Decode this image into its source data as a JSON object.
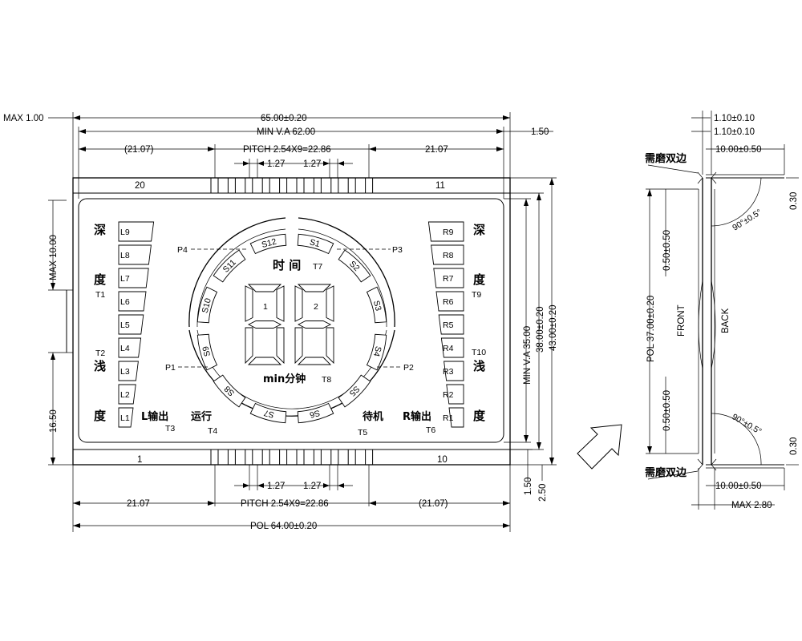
{
  "dims": {
    "max_top": "MAX 1.00",
    "overall_width": "65.00±0.20",
    "min_va_width": "MIN V.A 62.00",
    "offset_right_top": "1.50",
    "left_pin_offset_top": "(21.07)",
    "pitch_top": "PITCH 2.54X9=22.86",
    "right_pin_offset_top": "21.07",
    "pin_gap_a": "1.27",
    "pin_gap_b": "1.27",
    "max_left_height": "MAX 10.00",
    "left_height": "16.50",
    "min_va_height": "MIN V.A 35.00",
    "glass_height": "38.00±0.20",
    "overall_height": "43.00±0.20",
    "left_pin_offset_bottom": "21.07",
    "pitch_bottom": "PITCH 2.54X9=22.86",
    "right_pin_offset_bottom": "(21.07)",
    "pin_gap_c": "1.27",
    "pin_gap_d": "1.27",
    "pol_width": "POL 64.00±0.20",
    "bottom_offset_a": "1.50",
    "bottom_offset_b": "2.50"
  },
  "pins": {
    "top_left": "20",
    "top_right": "11",
    "bottom_left": "1",
    "bottom_right": "10"
  },
  "left_bar_labels": [
    "L1",
    "L2",
    "L3",
    "L4",
    "L5",
    "L6",
    "L7",
    "L8",
    "L9"
  ],
  "right_bar_labels": [
    "R1",
    "R2",
    "R3",
    "R4",
    "R5",
    "R6",
    "R7",
    "R8",
    "R9"
  ],
  "ring_segments": [
    "S1",
    "S2",
    "S3",
    "S4",
    "S5",
    "S6",
    "S7",
    "S8",
    "S9",
    "S10",
    "S11",
    "S12"
  ],
  "digit_labels": [
    "1",
    "2"
  ],
  "points": {
    "p1": "P1",
    "p2": "P2",
    "p3": "P3",
    "p4": "P4"
  },
  "tags": {
    "t1": "T1",
    "t2": "T2",
    "t3": "T3",
    "t4": "T4",
    "t5": "T5",
    "t6": "T6",
    "t7": "T7",
    "t8": "T8",
    "t9": "T9",
    "t10": "T10"
  },
  "icons_text": {
    "left_deep_1": "深",
    "left_deep_2": "度",
    "left_shallow_1": "浅",
    "left_shallow_2": "度",
    "right_deep_1": "深",
    "right_deep_2": "度",
    "right_shallow_1": "浅",
    "right_shallow_2": "度",
    "time": "时 间",
    "min_minutes": "min分钟",
    "l_output": "L输出",
    "running": "运行",
    "standby": "待机",
    "r_output": "R输出"
  },
  "side": {
    "top_dim_a": "1.10±0.10",
    "top_dim_b": "1.10±0.10",
    "width_top": "10.00±0.50",
    "edge_top": "需磨双边",
    "edge_bottom": "需磨双边",
    "angle_top": "90°±0.5°",
    "angle_bottom": "90°±0.5°",
    "right_small_top": "0.30",
    "right_small_bottom": "0.30",
    "pol_height": "POL 37.00±0.20",
    "offset_top": "0.50±0.50",
    "offset_bottom": "0.50±0.50",
    "front": "FRONT",
    "back": "BACK",
    "width_bottom": "10.00±0.50",
    "max_thickness": "MAX 2.80"
  }
}
